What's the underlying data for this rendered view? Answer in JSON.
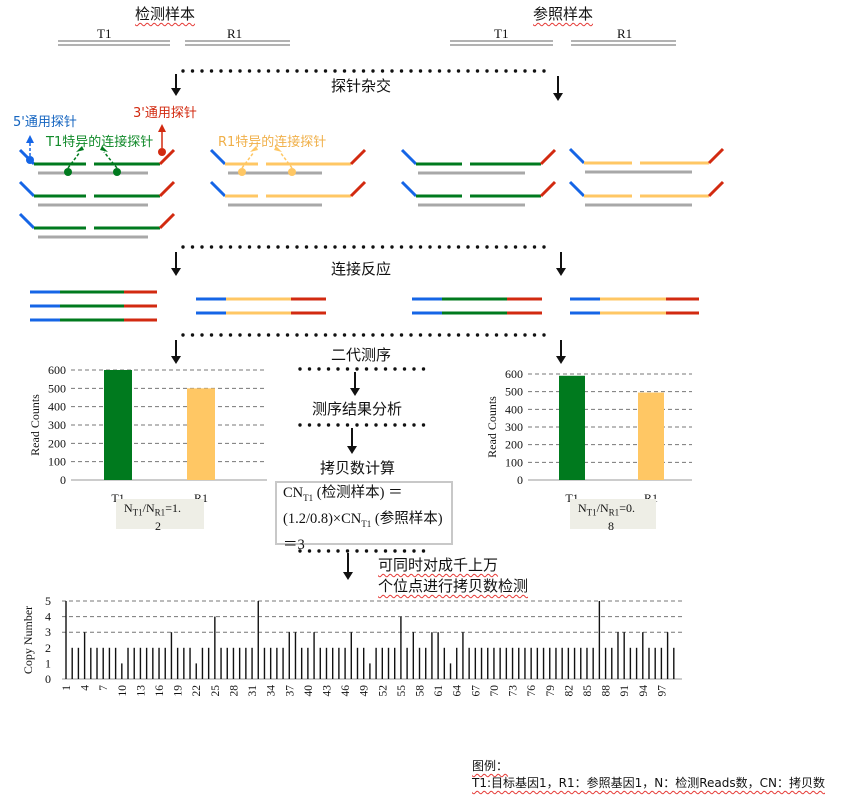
{
  "labels": {
    "test_sample": "检测样本",
    "ref_sample": "参照样本",
    "t1": "T1",
    "r1": "R1",
    "probe_hybrid": "探针杂交",
    "probe5": "5'通用探针",
    "probe3": "3'通用探针",
    "t1_probe": "T1特异的连接探针",
    "r1_probe": "R1特异的连接探针",
    "ligation": "连接反应",
    "ngs": "二代测序",
    "analysis": "测序结果分析",
    "cn_calc": "拷贝数计算",
    "parallel_line1": "可同时对成千上万",
    "parallel_line2": "个位点进行拷贝数检测"
  },
  "formula": {
    "line1_a": "CN",
    "line1_sub": "T1",
    "line1_b": " (检测样本) ＝",
    "line2_a": "(1.2/0.8)×CN",
    "line2_sub": "T1",
    "line2_b": " (参照样本)",
    "line3": "＝3"
  },
  "ratio_left": {
    "n1": "N",
    "s1": "T1",
    "mid": "/N",
    "s2": "R1",
    "tail": "=1.",
    "line2": "2"
  },
  "ratio_right": {
    "n1": "N",
    "s1": "T1",
    "mid": "/N",
    "s2": "R1",
    "tail": "=0.",
    "line2": "8"
  },
  "legend": {
    "title": "图例：",
    "text": "T1:目标基因1，R1：参照基因1，N：检测Reads数，CN：拷贝数"
  },
  "colors": {
    "green": "#007a1e",
    "orange": "#ffc764",
    "blue": "#1565e6",
    "red": "#d22a10",
    "gray": "#a8a8a8"
  },
  "chart_data": [
    {
      "type": "bar",
      "ylabel": "Read Counts",
      "categories": [
        "T1",
        "R1"
      ],
      "values": [
        600,
        500
      ],
      "ylim": [
        0,
        600
      ],
      "yticks": [
        "0",
        "100",
        "200",
        "300",
        "400",
        "500",
        "600"
      ],
      "colors": [
        "#007a1e",
        "#ffc764"
      ],
      "grid": true
    },
    {
      "type": "bar",
      "ylabel": "Read Counts",
      "categories": [
        "T1",
        "R1"
      ],
      "values": [
        590,
        495
      ],
      "ylim": [
        0,
        600
      ],
      "yticks": [
        "0",
        "100",
        "200",
        "300",
        "400",
        "500",
        "600"
      ],
      "colors": [
        "#007a1e",
        "#ffc764"
      ],
      "grid": true
    },
    {
      "type": "bar",
      "ylabel": "Copy Number",
      "ylim": [
        0,
        5
      ],
      "yticks": [
        "0",
        "1",
        "2",
        "3",
        "4",
        "5"
      ],
      "x_tick_labels": [
        "1",
        "4",
        "7",
        "10",
        "13",
        "16",
        "19",
        "22",
        "25",
        "28",
        "31",
        "34",
        "37",
        "40",
        "43",
        "46",
        "49",
        "52",
        "55",
        "58",
        "61",
        "64",
        "67",
        "70",
        "73",
        "76",
        "79",
        "82",
        "85",
        "88",
        "91",
        "94",
        "97"
      ],
      "x": [
        1,
        2,
        3,
        4,
        5,
        6,
        7,
        8,
        9,
        10,
        11,
        12,
        13,
        14,
        15,
        16,
        17,
        18,
        19,
        20,
        21,
        22,
        23,
        24,
        25,
        26,
        27,
        28,
        29,
        30,
        31,
        32,
        33,
        34,
        35,
        36,
        37,
        38,
        39,
        40,
        41,
        42,
        43,
        44,
        45,
        46,
        47,
        48,
        49,
        50,
        51,
        52,
        53,
        54,
        55,
        56,
        57,
        58,
        59,
        60,
        61,
        62,
        63,
        64,
        65,
        66,
        67,
        68,
        69,
        70,
        71,
        72,
        73,
        74,
        75,
        76,
        77,
        78,
        79,
        80,
        81,
        82,
        83,
        84,
        85,
        86,
        87,
        88,
        89,
        90,
        91,
        92,
        93,
        94,
        95,
        96,
        97,
        98,
        99
      ],
      "values": [
        5,
        2,
        2,
        3,
        2,
        2,
        2,
        2,
        2,
        1,
        2,
        2,
        2,
        2,
        2,
        2,
        2,
        3,
        2,
        2,
        2,
        1,
        2,
        2,
        4,
        2,
        2,
        2,
        2,
        2,
        2,
        5,
        2,
        2,
        2,
        2,
        3,
        3,
        2,
        2,
        3,
        2,
        2,
        2,
        2,
        2,
        3,
        2,
        2,
        1,
        2,
        2,
        2,
        2,
        4,
        2,
        3,
        2,
        2,
        3,
        3,
        2,
        1,
        2,
        3,
        2,
        2,
        2,
        2,
        2,
        2,
        2,
        2,
        2,
        2,
        2,
        2,
        2,
        2,
        2,
        2,
        2,
        2,
        2,
        2,
        2,
        5,
        2,
        2,
        3,
        3,
        2,
        2,
        3,
        2,
        2,
        2,
        3,
        2
      ],
      "grid": true
    }
  ]
}
